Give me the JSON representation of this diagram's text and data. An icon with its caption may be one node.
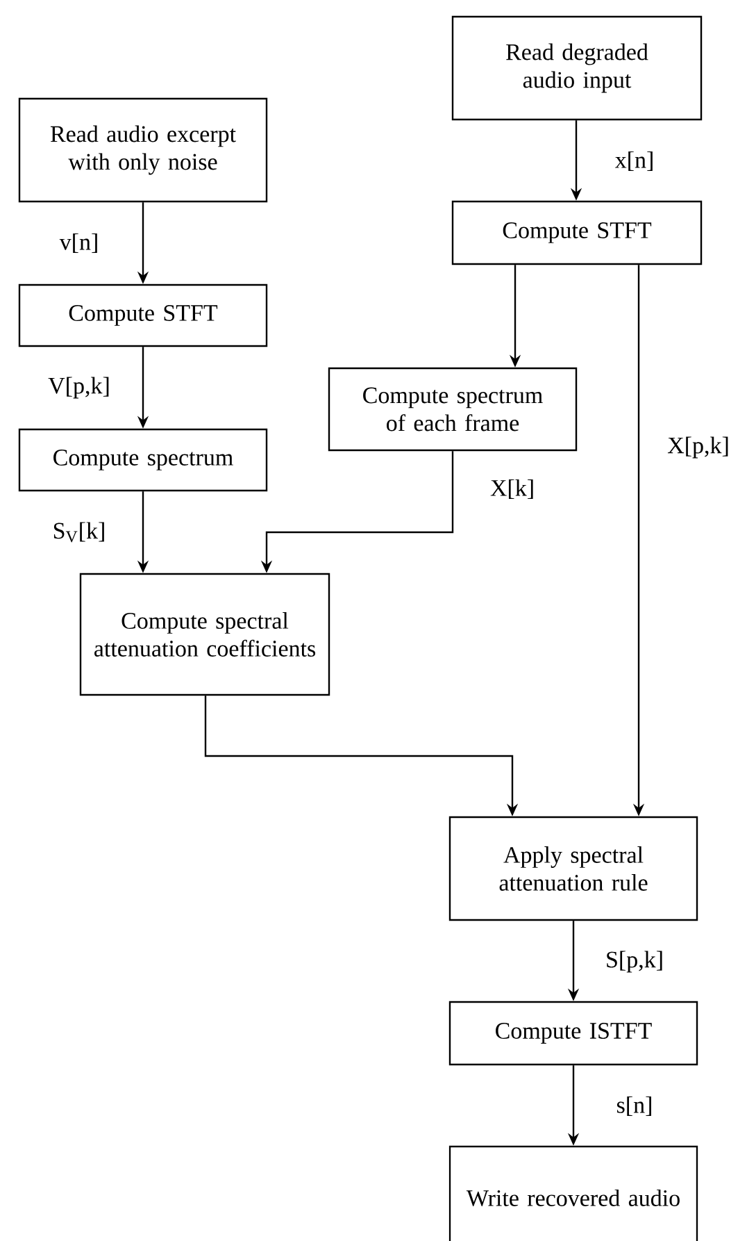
{
  "diagram": {
    "nodes": [
      {
        "text": [
          "Read audio excerpt with only noise"
        ]
      },
      {
        "text": [
          "Read degraded audio input"
        ]
      },
      {
        "text": [
          "Compute STFT"
        ]
      },
      {
        "text": [
          "Compute STFT"
        ]
      },
      {
        "text": [
          "Compute spectrum of each frame"
        ]
      },
      {
        "text": [
          "Compute spectrum"
        ]
      },
      {
        "text": [
          "Compute spectral attenuation coefficients"
        ]
      },
      {
        "text": [
          "Apply spectral attenuation rule"
        ]
      },
      {
        "text": [
          "Compute ISTFT"
        ]
      },
      {
        "text": [
          "Write recovered audio"
        ]
      }
    ],
    "edges": [
      {
        "from": 0,
        "to": 2,
        "arrow": "to",
        "label": "v[n]"
      },
      {
        "from": 1,
        "to": 3,
        "arrow": "to",
        "label": "x[n]"
      },
      {
        "from": 2,
        "to": 5,
        "arrow": "to",
        "label": "V[p,k]"
      },
      {
        "from": 3,
        "to": 4,
        "arrow": "to"
      },
      {
        "from": 3,
        "to": 7,
        "arrow": "to",
        "label": "X[p,k]"
      },
      {
        "from": 5,
        "to": 6,
        "arrow": "to",
        "label": "S$_{V}$[k]"
      },
      {
        "from": 4,
        "to": 6,
        "arrow": "to",
        "label": "X[k]"
      },
      {
        "from": 6,
        "to": 7,
        "arrow": "to"
      },
      {
        "from": 7,
        "to": 8,
        "arrow": "to",
        "label": "S[p,k]"
      },
      {
        "from": 8,
        "to": 9,
        "arrow": "to",
        "label": "s[n]"
      }
    ]
  }
}
